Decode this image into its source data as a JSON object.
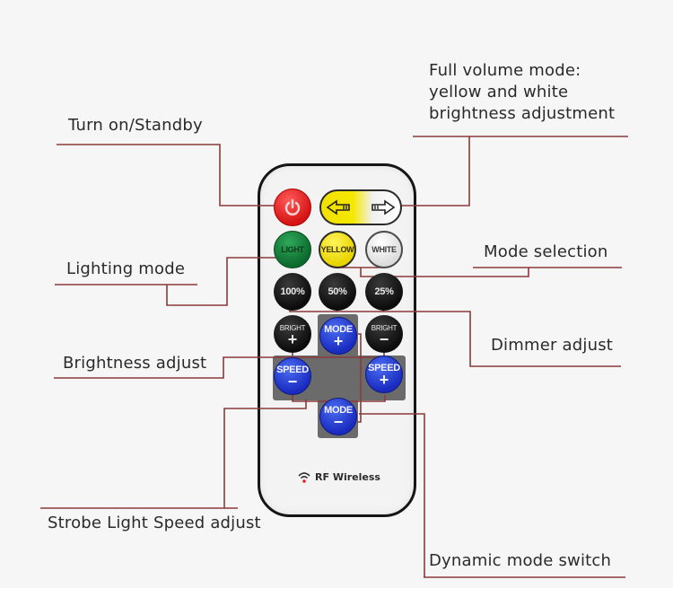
{
  "labels": {
    "full_volume_line1": "Full volume mode:",
    "full_volume_line2": "yellow and white",
    "full_volume_line3": "brightness adjustment",
    "turn_on": "Turn on/Standby",
    "lighting_mode": "Lighting mode",
    "mode_selection": "Mode selection",
    "brightness_adjust": "Brightness adjust",
    "dimmer_adjust": "Dimmer adjust",
    "strobe_speed": "Strobe Light Speed adjust",
    "dynamic_mode": "Dynamic mode switch"
  },
  "remote": {
    "power_icon": "power-icon",
    "arrow_left_icon": "arrow-left-icon",
    "arrow_right_icon": "arrow-right-icon",
    "buttons": {
      "light": "LIGHT",
      "yellow": "YELLOW",
      "white": "WHITE",
      "p100": "100%",
      "p50": "50%",
      "p25": "25%",
      "bright": "BRIGHT",
      "mode": "MODE",
      "speed": "SPEED",
      "plus": "+",
      "minus": "−"
    },
    "brand": "RF Wireless"
  },
  "colors": {
    "leader_line": "#8a3a3a",
    "power_red": "#e01818",
    "light_green": "#0d7a34",
    "yellow": "#f2e100",
    "blue": "#1a2cc0",
    "black": "#111111"
  }
}
